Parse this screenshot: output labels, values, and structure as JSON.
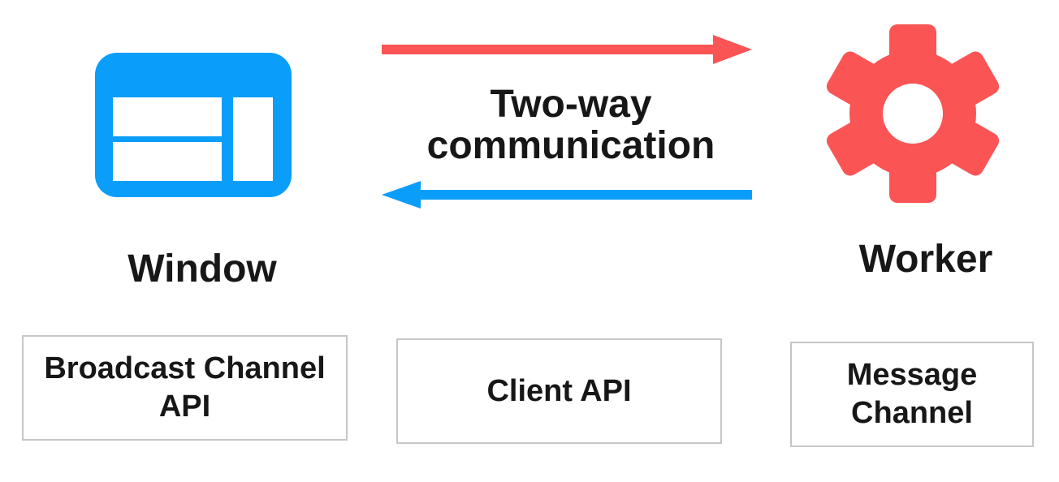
{
  "colors": {
    "blue": "#0A9EFA",
    "red": "#FB5455",
    "box_border": "#C6C6C6",
    "text": "#171717",
    "background": "#FFFFFF"
  },
  "nodes": {
    "window": {
      "label": "Window",
      "icon": "browser-window-icon",
      "icon_color": "#0A9EFA"
    },
    "worker": {
      "label": "Worker",
      "icon": "gear-icon",
      "icon_color": "#FB5455"
    }
  },
  "connection": {
    "label_line1": "Two-way",
    "label_line2": "communication",
    "forward_arrow": {
      "direction": "right",
      "color": "#FB5455"
    },
    "backward_arrow": {
      "direction": "left",
      "color": "#0A9EFA"
    }
  },
  "channels": [
    {
      "label": "Broadcast Channel API"
    },
    {
      "label": "Client API"
    },
    {
      "label": "Message Channel"
    }
  ]
}
